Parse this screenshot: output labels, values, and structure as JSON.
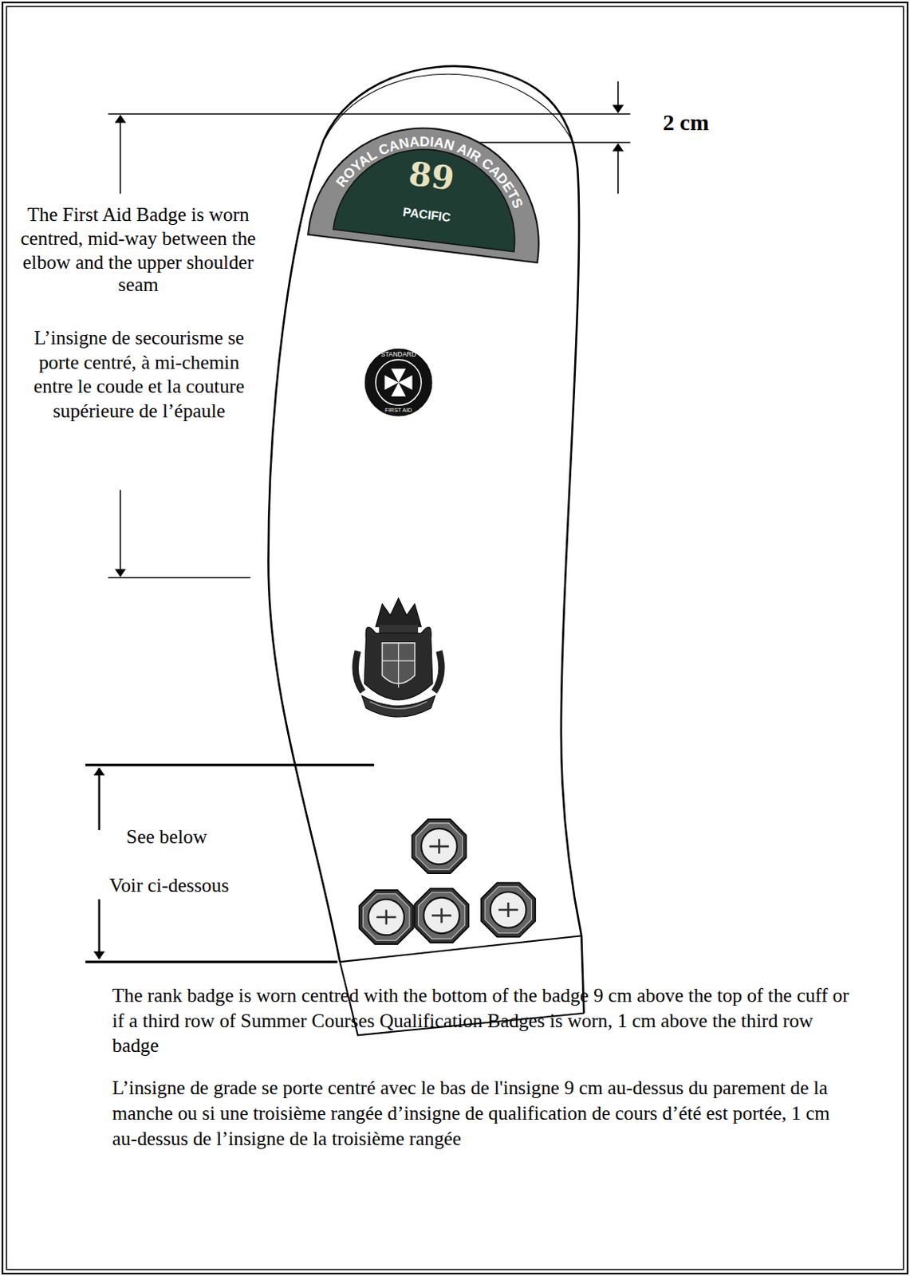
{
  "diagram": {
    "nodes": [
      {
        "text": [
          "ROYAL CANADIAN AIR CADETS",
          "89",
          "PACIFIC"
        ]
      },
      {
        "text": [
          "STANDARD",
          "FIRST AID"
        ]
      }
    ],
    "labels": [
      "2 cm",
      "The First Aid Badge is worn centred, mid-way between the elbow and the upper shoulder seam",
      "L’insigne de secourisme se porte centré, à mi-chemin entre le coude et la couture supérieure de l’épaule",
      "See below",
      "Voir ci-dessous",
      "The rank badge is worn centred with the bottom of the badge 9 cm above the top of the cuff or if a third row of Summer Courses Qualification Badges is worn, 1 cm above the third row badge",
      "L’insigne de grade se porte centré avec le bas de l'insigne 9 cm au-dessus du parement de la manche ou si une troisième rangée d’insigne de qualification de cours d’été est portée, 1 cm au-dessus de l’insigne de la troisième rangée"
    ]
  }
}
